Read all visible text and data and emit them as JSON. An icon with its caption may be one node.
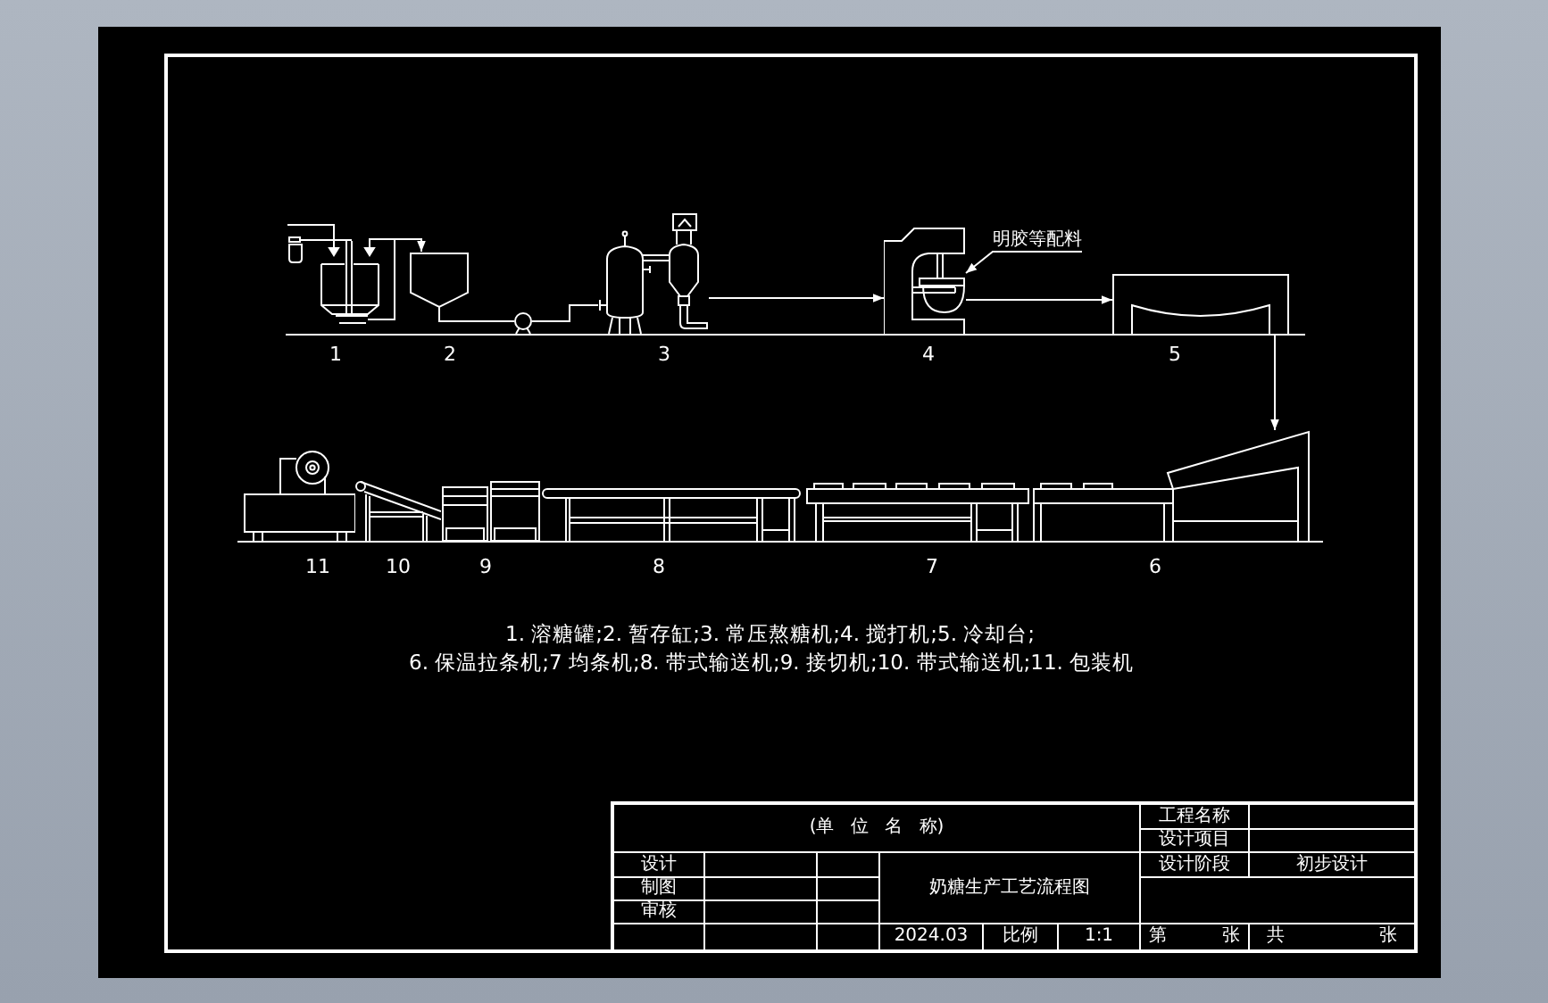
{
  "diagram": {
    "nodes": [
      {
        "text": [],
        "shape": "picture",
        "beside": [
          "1"
        ]
      },
      {
        "text": [],
        "shape": "picture",
        "beside": [
          "2"
        ]
      },
      {
        "text": [],
        "shape": "circle"
      },
      {
        "text": [],
        "shape": "picture",
        "beside": [
          "3"
        ]
      },
      {
        "text": [],
        "shape": "picture",
        "beside": [
          "4"
        ]
      },
      {
        "text": [
          "明胶等配料"
        ]
      },
      {
        "text": [],
        "shape": "picture",
        "beside": [
          "5"
        ]
      },
      {
        "text": [],
        "shape": "picture",
        "beside": [
          "11"
        ]
      },
      {
        "text": [],
        "shape": "picture",
        "beside": [
          "10"
        ]
      },
      {
        "text": [],
        "shape": "picture",
        "beside": [
          "9"
        ]
      },
      {
        "text": [],
        "shape": "picture",
        "beside": [
          "8"
        ]
      },
      {
        "text": [],
        "shape": "picture",
        "beside": [
          "7"
        ]
      },
      {
        "text": [],
        "shape": "picture",
        "beside": [
          "6"
        ]
      }
    ],
    "edges": [
      {
        "from": 0,
        "to": 1,
        "arrow": "to"
      },
      {
        "from": 1,
        "to": 2,
        "arrow": "none"
      },
      {
        "from": 2,
        "to": 3,
        "arrow": "none"
      },
      {
        "from": 3,
        "to": 4,
        "arrow": "to"
      },
      {
        "from": 5,
        "to": 4,
        "arrow": "to"
      },
      {
        "from": 4,
        "to": 6,
        "arrow": "to"
      },
      {
        "from": 6,
        "to": 12,
        "arrow": "to"
      }
    ],
    "labels": [
      "1. 溶糖罐;2. 暂存缸;3. 常压熬糖机;4. 搅打机;5. 冷却台;",
      "6. 保温拉条机;7 均条机;8. 带式输送机;9. 接切机;10. 带式输送机;11. 包装机",
      "(单 位 名 称)",
      "工程名称",
      "设计项目",
      "设计",
      "奶糖生产工艺流程图",
      "设计阶段",
      "初步设计",
      "制图",
      "审核",
      "2024.03",
      "比例",
      "1:1",
      "第 张",
      "共 张"
    ]
  }
}
